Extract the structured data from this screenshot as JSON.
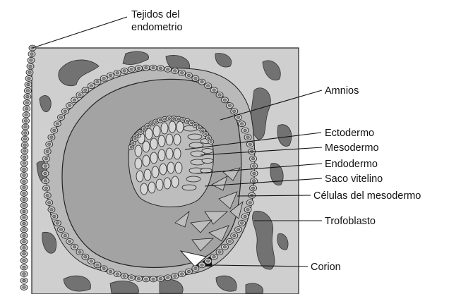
{
  "labels": {
    "endometrio_line1": "Tejidos del",
    "endometrio_line2": "endometrio",
    "amnios": "Amnios",
    "ectodermo": "Ectodermo",
    "mesodermo": "Mesodermo",
    "endodermo": "Endodermo",
    "saco_vitelino": "Saco vitelino",
    "celulas_mesodermo": "Células del mesodermo",
    "trofoblasto": "Trofoblasto",
    "corion": "Corion"
  },
  "colors": {
    "tissue": "#cfcfcf",
    "blob": "#727272",
    "cavity": "#a3a3a3",
    "cell_fill": "#cfcfcf",
    "cell_nucleus": "#8a8a8a",
    "outline": "#222222"
  }
}
